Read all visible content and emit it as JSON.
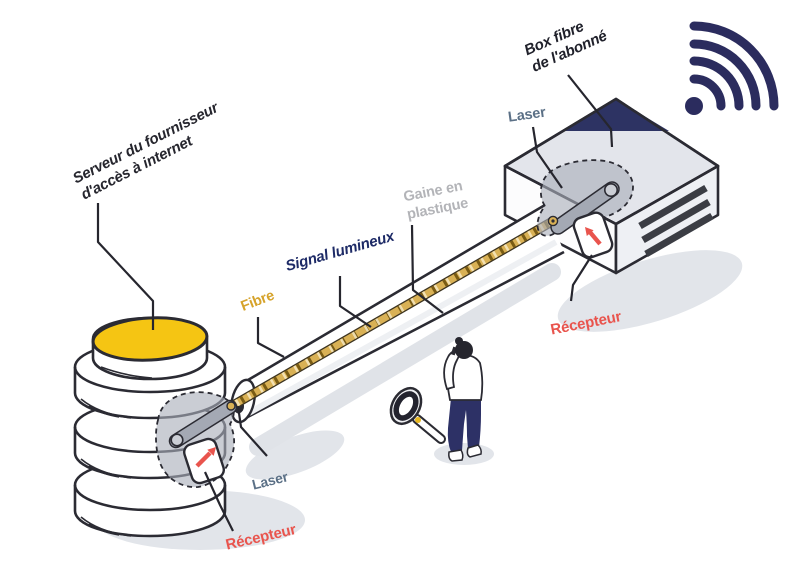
{
  "labels": {
    "serveur": "Serveur du fournisseur\nd'accès à internet",
    "fibre": "Fibre",
    "signal_lumineux": "Signal lumineux",
    "gaine_plastique": "Gaine en\nplastique",
    "laser_left": "Laser",
    "laser_right": "Laser",
    "recepteur_left": "Récepteur",
    "recepteur_right": "Récepteur",
    "box_fibre": "Box fibre\nde l'abonné"
  },
  "icons": {
    "wifi": "wifi-icon",
    "magnifier": "magnifying-glass-icon",
    "receiver_arrow_left": "arrow-up-right-icon",
    "receiver_arrow_right": "arrow-up-left-icon"
  },
  "colors": {
    "outline_dark": "#2b2b33",
    "navy_box_top": "#2d3363",
    "signal_text": "#1d2a66",
    "wifi_navy": "#2b2c5e",
    "gold_fiber": "#d9b155",
    "gold_label": "#d6a32b",
    "yellow_disc": "#f5c513",
    "slate_label": "#5b7086",
    "gray_label": "#b3b4b8",
    "red_accent": "#e9544d",
    "shadow_gray": "#e2e5ea"
  }
}
